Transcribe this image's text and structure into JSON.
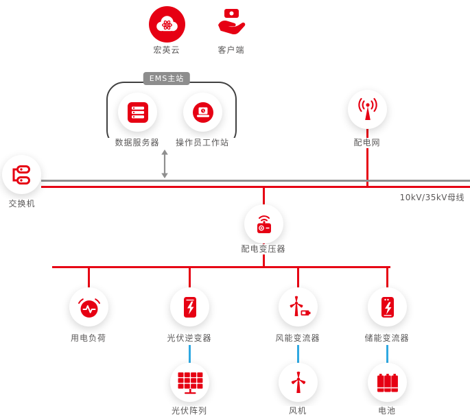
{
  "colors": {
    "red": "#e60013",
    "gray": "#8f8f8f",
    "blue": "#2fa8e1",
    "text": "#595757",
    "border": "#404040",
    "badge": "#8d8d8d"
  },
  "labels": {
    "cloud": "宏英云",
    "client": "客户端",
    "ems_station": "EMS主站",
    "data_server": "数据服务器",
    "operator_workstation": "操作员工作站",
    "distribution_grid": "配电网",
    "network_switch": "交换机",
    "busbar": "10kV/35kV母线",
    "distribution_transformer": "配电变压器",
    "electric_load": "用电负荷",
    "pv_inverter": "光伏逆变器",
    "wind_converter": "风能变流器",
    "storage_converter": "储能变流器",
    "pv_array": "光伏阵列",
    "wind_turbine": "风机",
    "battery": "电池"
  }
}
